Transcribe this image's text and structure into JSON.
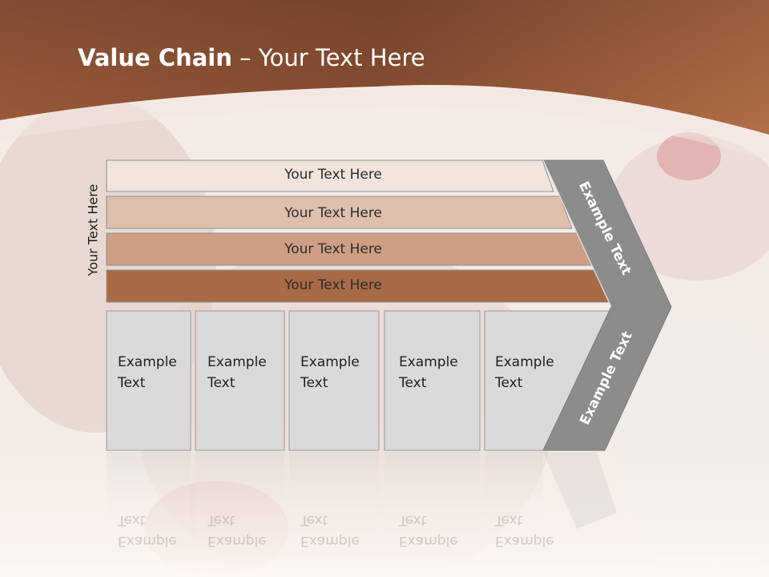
{
  "title": {
    "bold": "Value Chain",
    "rest": " – Your Text Here"
  },
  "side_label": "Your Text Here",
  "bars": [
    {
      "label": "Your Text Here",
      "color": "#f0e4dc"
    },
    {
      "label": "Your Text Here",
      "color": "#dfc0ad"
    },
    {
      "label": "Your Text Here",
      "color": "#cf9f84"
    },
    {
      "label": "Your Text Here",
      "color": "#a96a47"
    }
  ],
  "boxes": [
    {
      "line1": "Example",
      "line2": "Text"
    },
    {
      "line1": "Example",
      "line2": "Text"
    },
    {
      "line1": "Example",
      "line2": "Text"
    },
    {
      "line1": "Example",
      "line2": "Text"
    },
    {
      "line1": "Example",
      "line2": "Text"
    }
  ],
  "chevron": {
    "top_label": "Example Text",
    "bottom_label": "Example Text",
    "color": "#8c8c8c"
  },
  "colors": {
    "header": "#8f5234",
    "box_fill": "#dadada",
    "box_stroke": "#9a9a9a"
  }
}
